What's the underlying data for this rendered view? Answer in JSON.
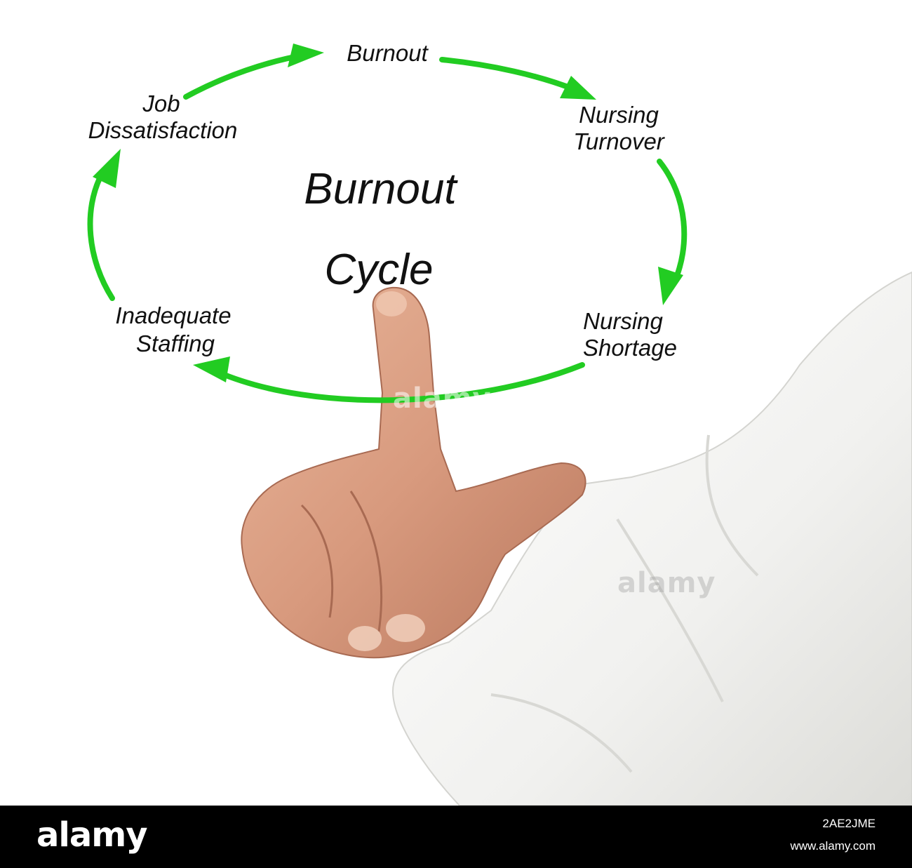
{
  "diagram": {
    "title_line1": "Burnout",
    "title_line2": "Cycle",
    "nodes": {
      "burnout": "Burnout",
      "nursing_turnover_1": "Nursing",
      "nursing_turnover_2": "Turnover",
      "nursing_shortage_1": "Nursing",
      "nursing_shortage_2": "Shortage",
      "inadequate_staffing_1": "Inadequate",
      "inadequate_staffing_2": "Staffing",
      "job_dissatisfaction_1": "Job",
      "job_dissatisfaction_2": "Dissatisfaction"
    },
    "arrow_color": "#22cc22"
  },
  "watermark": "alamy",
  "footer": {
    "brand": "alamy",
    "image_id": "2AE2JME",
    "site": "www.alamy.com"
  }
}
